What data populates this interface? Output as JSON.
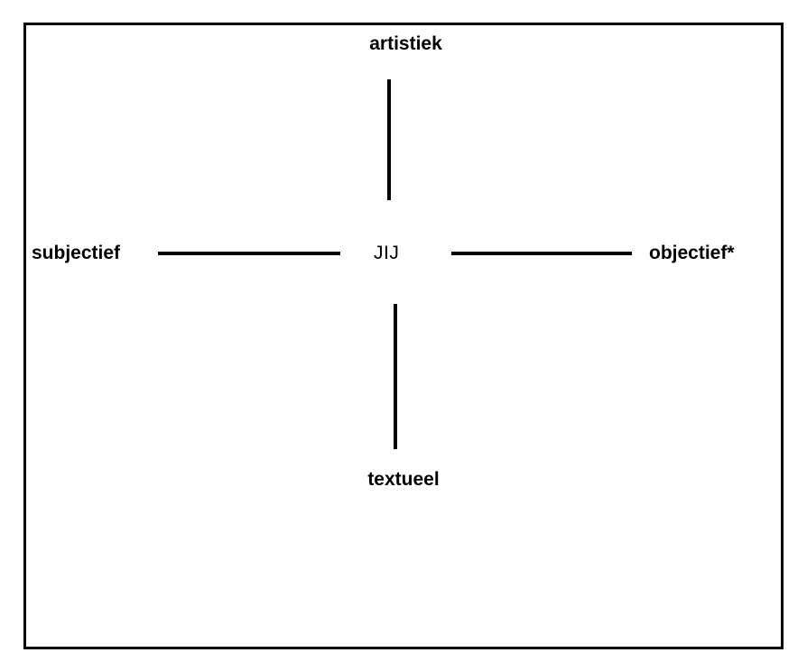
{
  "diagram": {
    "type": "two-axis-quadrant-cross",
    "center": {
      "label": "JIJ"
    },
    "poles": {
      "top": "artistiek",
      "bottom": "textueel",
      "left": "subjectief",
      "right": "objectief*"
    },
    "colors": {
      "line": "#000000",
      "text": "#000000",
      "background": "#ffffff",
      "frame": "#000000"
    }
  }
}
